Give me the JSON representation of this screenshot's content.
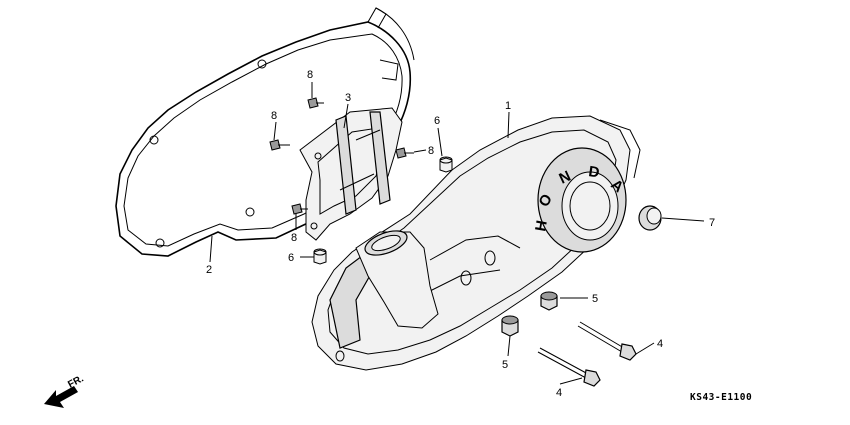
{
  "figure_code": "KS43-E1100",
  "direction_label": "FR.",
  "cover_brand_letters": [
    "H",
    "O",
    "N",
    "D",
    "A"
  ],
  "callouts": [
    {
      "id": "c1",
      "text": "1"
    },
    {
      "id": "c2",
      "text": "2"
    },
    {
      "id": "c3",
      "text": "3"
    },
    {
      "id": "c4a",
      "text": "4"
    },
    {
      "id": "c4b",
      "text": "4"
    },
    {
      "id": "c5a",
      "text": "5"
    },
    {
      "id": "c5b",
      "text": "5"
    },
    {
      "id": "c6a",
      "text": "6"
    },
    {
      "id": "c6b",
      "text": "6"
    },
    {
      "id": "c7",
      "text": "7"
    },
    {
      "id": "c8a",
      "text": "8"
    },
    {
      "id": "c8b",
      "text": "8"
    },
    {
      "id": "c8c",
      "text": "8"
    },
    {
      "id": "c8d",
      "text": "8"
    }
  ]
}
